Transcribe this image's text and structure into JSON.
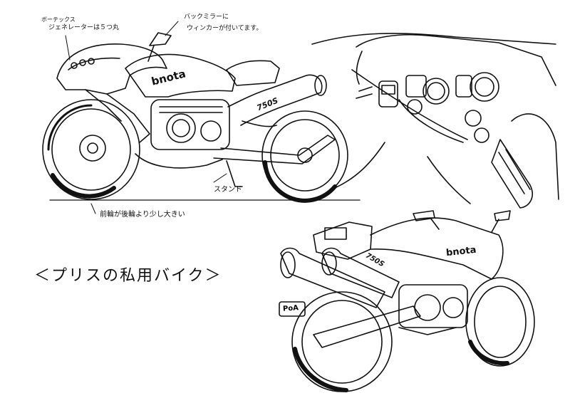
{
  "annotations": {
    "vortex_line1": "ボーテックス",
    "vortex_line2": "ジェネレーターは５つ丸",
    "mirror_line1": "バックミラーに",
    "mirror_line2": "ウィンカーが付いてます。",
    "stand": "スタンド",
    "front_wheel": "前輪が後輪より少し大きい"
  },
  "title": "＜プリスの私用バイク＞",
  "branding": {
    "brand": "bnota",
    "displacement": "750S",
    "plate": "PoA"
  },
  "colors": {
    "ink": "#111111",
    "paper": "#ffffff"
  }
}
